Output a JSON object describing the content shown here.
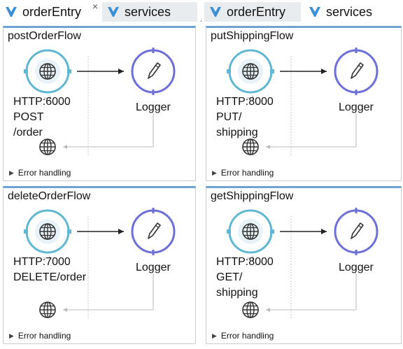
{
  "tabs": [
    {
      "label": "orderEntry",
      "close": "×"
    },
    {
      "label": "services"
    },
    {
      "label": "orderEntry"
    },
    {
      "label": "services"
    }
  ],
  "separator": ".",
  "flows": [
    {
      "title": "postOrderFlow",
      "http_lines": [
        "HTTP:6000",
        "POST",
        "/order"
      ],
      "logger": "Logger",
      "error": "Error handling"
    },
    {
      "title": "putShippingFlow",
      "http_lines": [
        "HTTP:8000",
        "PUT/",
        "shipping"
      ],
      "logger": "Logger",
      "error": "Error handling"
    },
    {
      "title": "deleteOrderFlow",
      "http_lines": [
        "HTTP:7000",
        "DELETE/order"
      ],
      "logger": "Logger",
      "error": "Error handling"
    },
    {
      "title": "getShippingFlow",
      "http_lines": [
        "HTTP:8000",
        "GET/",
        "shipping"
      ],
      "logger": "Logger",
      "error": "Error handling"
    }
  ],
  "icons": {
    "mule": "mule-icon",
    "globe": "globe-icon",
    "pencil": "pencil-icon"
  },
  "colors": {
    "accent": "#6fa3d6",
    "http_ring": "#5fb7d4",
    "logger_ring": "#6b6fd8",
    "tab_inactive": "#e9ecef"
  }
}
